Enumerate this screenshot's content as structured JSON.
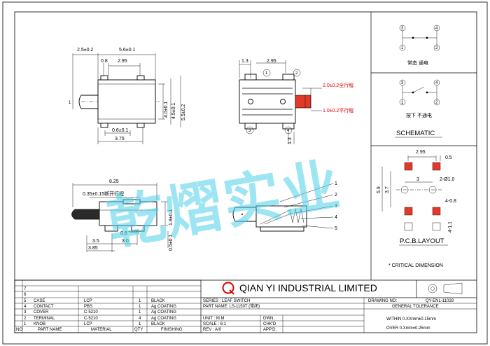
{
  "watermark": "乾熠实业",
  "top_view": {
    "d_overall": "2.5±0.2",
    "d_body": "5.6±0.1",
    "d_08": "0.8",
    "d_295": "2.95",
    "d_1": "1",
    "d_40": "4.0±0.1",
    "d_45": "4.5±0.1",
    "d_55": "5.5±0.2",
    "d_06": "0.6±0.1",
    "d_375": "3.75"
  },
  "side_view": {
    "d_13a": "1.3",
    "d_295": "2.95",
    "d_13b": "1.3",
    "full_travel": "2.0±0.2全行程",
    "flat_travel": "1.0±0.2平行程",
    "pins": [
      "1",
      "2",
      "3",
      "4"
    ]
  },
  "front_view": {
    "d_825": "8.25",
    "break_travel": "0.35±0.15断开行程",
    "d_35": "3.5",
    "d_30": "3.0",
    "d_385": "3.85",
    "d_08": "0.8",
    "d_08_tol": "+0.05",
    "d_18": "1.8±0.1",
    "d_05": "0.5±0.1"
  },
  "section_view": {
    "callouts": [
      "1",
      "2",
      "3",
      "4",
      "5"
    ]
  },
  "schematic": {
    "normal_label": "常态 通电",
    "pressed_label": "按下 不通电",
    "pins": [
      "1",
      "2",
      "3",
      "4"
    ],
    "title": "SCHEMATIC"
  },
  "pcb": {
    "d_295": "2.95",
    "d_05": "0.5",
    "d_3": "3",
    "d_hole": "2-Ø1.0",
    "d_59": "5.9",
    "d_37": "3.7",
    "d_408": "4-0.8",
    "d_411": "4-1.1",
    "title": "P.C.B.LAYOUT"
  },
  "critical_note": "* CRITICAL DIMENSION",
  "bom": {
    "rows": [
      {
        "no": "7",
        "part": "",
        "material": "",
        "qty": "",
        "finish": ""
      },
      {
        "no": "6",
        "part": "",
        "material": "",
        "qty": "",
        "finish": ""
      },
      {
        "no": "5",
        "part": "CASE",
        "material": "LCP",
        "qty": "1",
        "finish": "BLACK"
      },
      {
        "no": "4",
        "part": "CONTACT",
        "material": "PBS",
        "qty": "1",
        "finish": "Ag COATING"
      },
      {
        "no": "3",
        "part": "COVER",
        "material": "C-5210",
        "qty": "1",
        "finish": "Ag COATING"
      },
      {
        "no": "2",
        "part": "TERMINAL",
        "material": "C-5210",
        "qty": "4",
        "finish": "Ag COATING"
      },
      {
        "no": "1",
        "part": "KNOB",
        "material": "LCP",
        "qty": "1",
        "finish": "BLACK"
      }
    ],
    "header": {
      "no": "NO",
      "part": "PART NAME",
      "material": "MATERIAL",
      "qty": "QTY",
      "finish": "FINISHING"
    }
  },
  "title_block": {
    "logo": "Q",
    "company": "QIAN YI INDUSTRIAL LIMITED",
    "series": "SERIES : LEAF SWITCH",
    "part_name": "PART NAME: LS-1150T (常闭)",
    "unit": "UNIT : M.M",
    "scale": "SCALE : 6:1",
    "rev": "REV  : A/0",
    "dwn": "DWN.",
    "chkd": "CHK'D",
    "appd": "APP'D.",
    "drawing_no_label": "DRAWING NO:",
    "drawing_no": "QY-ENL-11028",
    "general_tolerance": "GENERAL TOLERANCE",
    "within": "WITHIN 0.XXmm±0.15mm",
    "over": "OVER   0.Xmm±0.25mm"
  }
}
